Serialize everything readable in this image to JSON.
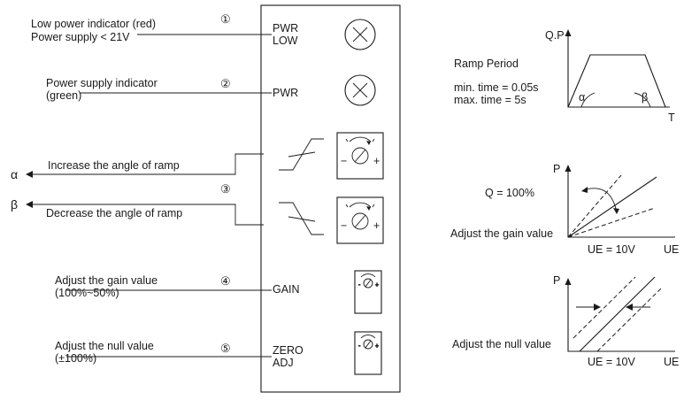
{
  "left": {
    "row1": {
      "line1": "Low power indicator (red)",
      "line2": "Power supply < 21V",
      "num": "①",
      "tag1": "PWR",
      "tag2": "LOW"
    },
    "row2": {
      "line1": "Power supply indicator",
      "line2": "(green)",
      "num": "②",
      "tag": "PWR"
    },
    "row3": {
      "alpha": "α",
      "beta": "β",
      "increase": "Increase the angle of ramp",
      "decrease": "Decrease the angle of ramp",
      "num": "③",
      "minus": "−",
      "plus": "+"
    },
    "row4": {
      "line1": "Adjust the gain value",
      "line2": "(100%~50%)",
      "num": "④",
      "tag": "GAIN"
    },
    "row5": {
      "line1": "Adjust the null value",
      "line2": "(±100%)",
      "num": "⑤",
      "tag1": "ZERO",
      "tag2": "ADJ"
    }
  },
  "right": {
    "ramp": {
      "title": "Ramp Period",
      "min": "min. time = 0.05s",
      "max": "max. time = 5s",
      "yaxis": "Q.P",
      "xaxis": "T",
      "alpha": "α",
      "beta": "β"
    },
    "gain": {
      "yaxis": "P",
      "xaxis": "UE",
      "q": "Q = 100%",
      "caption": "Adjust the gain value",
      "ue": "UE = 10V"
    },
    "null": {
      "yaxis": "P",
      "xaxis": "UE",
      "caption": "Adjust the null value",
      "ue": "UE = 10V"
    }
  }
}
